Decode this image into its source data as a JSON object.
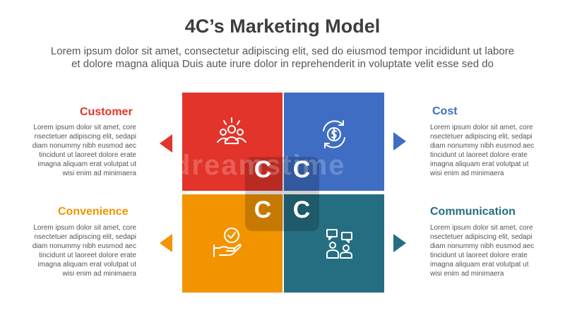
{
  "title": "4C’s Marketing Model",
  "subtitle_line1": "Lorem ipsum dolor sit amet, consectetur adipiscing elit, sed do eiusmod tempor incididunt ut labore",
  "subtitle_line2": "et dolore magna aliqua Duis aute irure dolor in reprehenderit in voluptate velit esse sed do",
  "colors": {
    "customer": "#e2342a",
    "cost": "#3e6dc3",
    "convenience": "#f29400",
    "communication": "#256e82",
    "customer_heading": "#e2342a",
    "cost_heading": "#3e6dc3",
    "convenience_heading": "#f29400",
    "communication_heading": "#256e82"
  },
  "quadrants": {
    "customer": {
      "heading": "Customer",
      "text": [
        "Lorem ipsum dolor sit amet, core",
        "nsectetuer adipiscing elit, sedapi",
        "diam nonummy nibh eusmod aec",
        "tincidunt ut laoreet dolore erate",
        "imagna aliquam erat volutpat ut",
        "wisi enim ad minimaera"
      ],
      "icon": "group-icon",
      "letter": "C"
    },
    "cost": {
      "heading": "Cost",
      "text": [
        "Lorem ipsum dolor sit amet, core",
        "nsectetuer adipiscing elit, sedapi",
        "diam nonummy nibh eusmod aec",
        "tincidunt ut laoreet dolore erate",
        "imagna aliquam erat volutpat ut",
        "wisi enim ad minimaera"
      ],
      "icon": "dollar-cycle-icon",
      "letter": "C"
    },
    "convenience": {
      "heading": "Convenience",
      "text": [
        "Lorem ipsum dolor sit amet, core",
        "nsectetuer adipiscing elit, sedapi",
        "diam nonummy nibh eusmod aec",
        "tincidunt ut laoreet dolore erate",
        "imagna aliquam erat volutpat ut",
        "wisi enim ad minimaera"
      ],
      "icon": "hand-check-icon",
      "letter": "C"
    },
    "communication": {
      "heading": "Communication",
      "text": [
        "Lorem ipsum dolor sit amet, core",
        "nsectetuer adipiscing elit, sedapi",
        "diam nonummy nibh eusmod aec",
        "tincidunt ut laoreet dolore erate",
        "imagna aliquam erat volutpat ut",
        "wisi enim ad minimaera"
      ],
      "icon": "chat-people-icon",
      "letter": "C"
    }
  },
  "watermark": "dreamstime"
}
